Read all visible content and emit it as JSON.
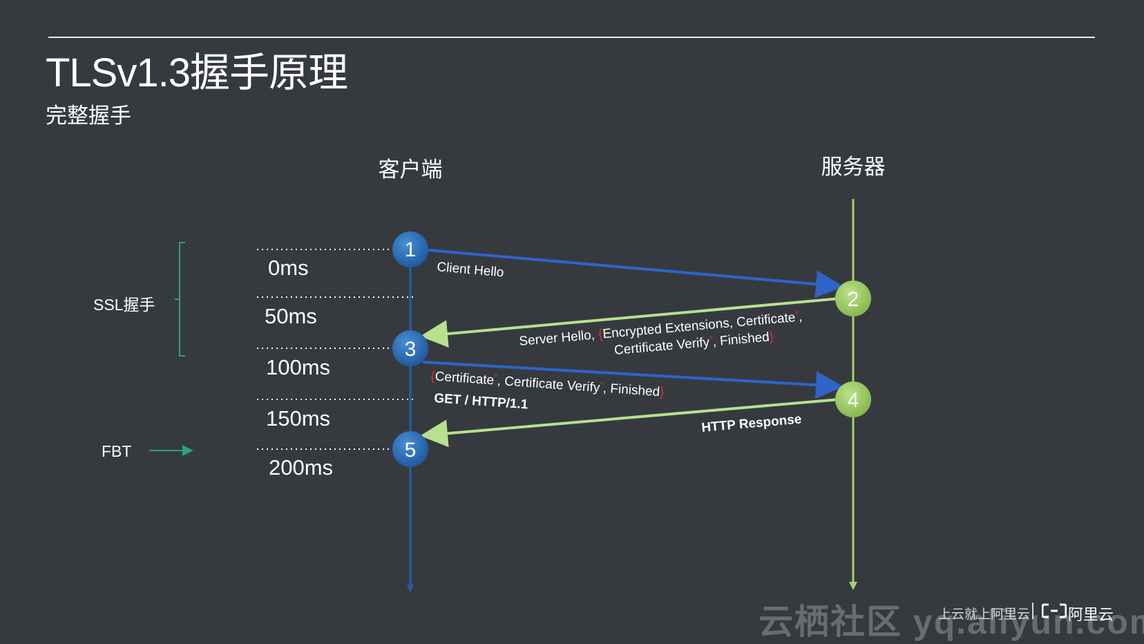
{
  "header": {
    "title": "TLSv1.3握手原理",
    "subtitle": "完整握手"
  },
  "columns": {
    "client": "客户端",
    "server": "服务器"
  },
  "timeline": [
    "0ms",
    "50ms",
    "100ms",
    "150ms",
    "200ms"
  ],
  "steps": [
    "1",
    "2",
    "3",
    "4",
    "5"
  ],
  "labels": {
    "ssl_handshake": "SSL握手",
    "fbt": "FBT"
  },
  "messages": {
    "client_hello": "Client Hello",
    "server_hello_prefix": "Server Hello, ",
    "server_hello_brace_open": "{",
    "server_hello_line1": "Encrypted Extensions, Certificate",
    "server_hello_star1": "*",
    "server_hello_line1_end": ",",
    "server_hello_line2_a": "Certificate Verify",
    "server_hello_star2": "*",
    "server_hello_line2_b": ", Finished",
    "server_hello_brace_close": "}",
    "client_finish_brace_open": "{",
    "client_finish_a": "Certificate",
    "client_finish_star1": "*",
    "client_finish_b": ", Certificate Verify",
    "client_finish_star2": "*",
    "client_finish_c": ", Finished",
    "client_finish_brace_close": "}",
    "get_request": "GET / HTTP/1.1",
    "http_response": "HTTP Response"
  },
  "footer": {
    "brand": "云栖社区 yq.aliyun.com",
    "slogan": "上云就上阿里云",
    "logo_text": "阿里云"
  },
  "colors": {
    "background": "#363a3f",
    "client_blue": "#2d6fb6",
    "server_green": "#a5d16a",
    "arrow_blue": "#2f63c9",
    "arrow_green": "#b8e08e",
    "bracket_teal": "#2aa37c",
    "highlight_red": "#e02a2a"
  }
}
